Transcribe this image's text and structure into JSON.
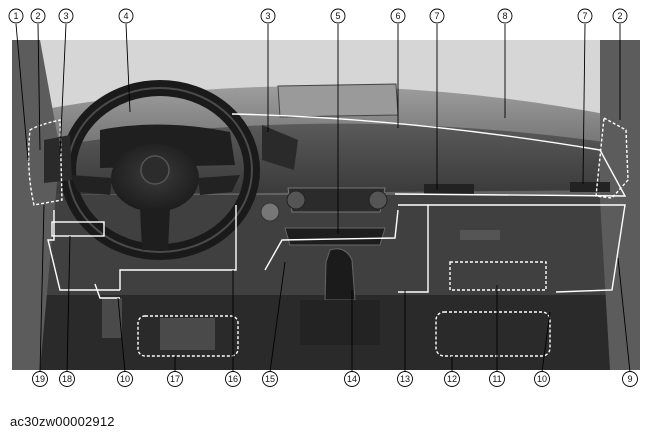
{
  "callouts_top": [
    {
      "id": "c-top-1",
      "label": "1"
    },
    {
      "id": "c-top-2a",
      "label": "2"
    },
    {
      "id": "c-top-3a",
      "label": "3"
    },
    {
      "id": "c-top-4",
      "label": "4"
    },
    {
      "id": "c-top-3b",
      "label": "3"
    },
    {
      "id": "c-top-5",
      "label": "5"
    },
    {
      "id": "c-top-6",
      "label": "6"
    },
    {
      "id": "c-top-7a",
      "label": "7"
    },
    {
      "id": "c-top-8",
      "label": "8"
    },
    {
      "id": "c-top-7b",
      "label": "7"
    },
    {
      "id": "c-top-2b",
      "label": "2"
    }
  ],
  "callouts_bottom": [
    {
      "id": "c-bot-19",
      "label": "19"
    },
    {
      "id": "c-bot-18",
      "label": "18"
    },
    {
      "id": "c-bot-10a",
      "label": "10"
    },
    {
      "id": "c-bot-17",
      "label": "17"
    },
    {
      "id": "c-bot-16",
      "label": "16"
    },
    {
      "id": "c-bot-15",
      "label": "15"
    },
    {
      "id": "c-bot-14",
      "label": "14"
    },
    {
      "id": "c-bot-13",
      "label": "13"
    },
    {
      "id": "c-bot-12",
      "label": "12"
    },
    {
      "id": "c-bot-11",
      "label": "11"
    },
    {
      "id": "c-bot-10b",
      "label": "10"
    },
    {
      "id": "c-bot-9",
      "label": "9"
    }
  ],
  "caption": "ac30zw00002912"
}
